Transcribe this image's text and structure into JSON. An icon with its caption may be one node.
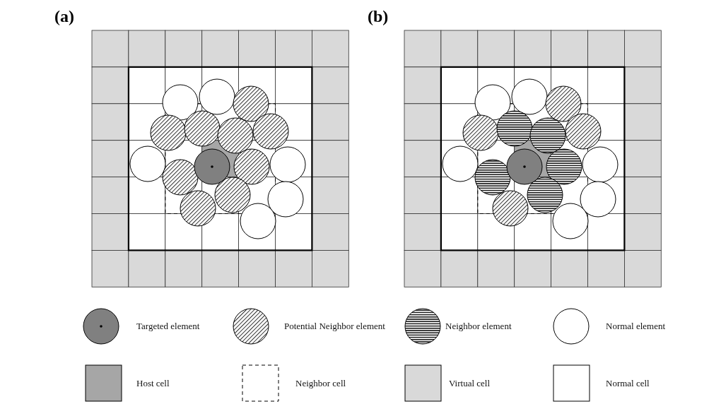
{
  "diagram": {
    "labels": [
      "(a)",
      "(b)"
    ],
    "legend": [
      {
        "text": "Targeted element"
      },
      {
        "text": "Potential Neighbor element"
      },
      {
        "text": "Neighbor element"
      },
      {
        "text": "Normal element"
      },
      {
        "text": "Host cell",
        "color": "#a6a6a6"
      },
      {
        "text": "Neighbor cell"
      },
      {
        "text": "Virtual cell",
        "color": "#d9d9d9"
      },
      {
        "text": "Normal cell",
        "color": "#ffffff"
      }
    ]
  }
}
